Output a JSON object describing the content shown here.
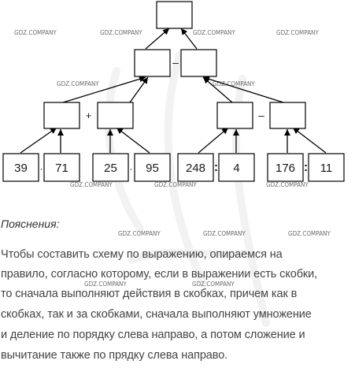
{
  "diagram": {
    "leaves": [
      "39",
      "71",
      "25",
      "95",
      "248",
      "4",
      "176",
      "11"
    ],
    "leaf_ops": [
      "·",
      "·",
      ":",
      ":"
    ],
    "level2_ops": [
      "+",
      "–"
    ],
    "level1_op": "–"
  },
  "explanation": {
    "title": "Пояснения:",
    "lines": [
      "Чтобы составить схему по выражению, опираемся на",
      "правило, согласно которому, если в выражении есть скобки,",
      "то сначала выполняют действия в скобках, причем как в",
      "скобках, так и за скобками, сначала выполняют умножение",
      "и деление по порядку слева направо, а потом сложение и",
      "вычитание также по прядку слева направо."
    ]
  },
  "watermark": "GDZ.COMPANY"
}
